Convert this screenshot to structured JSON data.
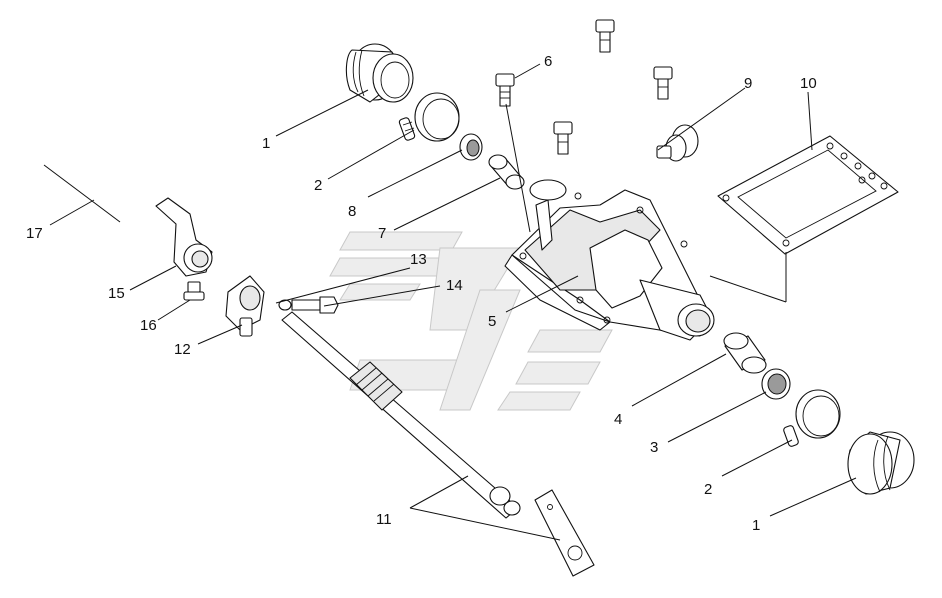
{
  "callouts": {
    "c1_left": "1",
    "c2_left": "2",
    "c8": "8",
    "c7": "7",
    "c6": "6",
    "c9": "9",
    "c10": "10",
    "c17": "17",
    "c15": "15",
    "c16": "16",
    "c12": "12",
    "c13": "13",
    "c14": "14",
    "c5": "5",
    "c4": "4",
    "c3": "3",
    "c2_right": "2",
    "c1_right": "1",
    "c11": "11"
  },
  "colors": {
    "line": "#111111",
    "background": "#ffffff",
    "watermark": "#d0d0d0"
  }
}
